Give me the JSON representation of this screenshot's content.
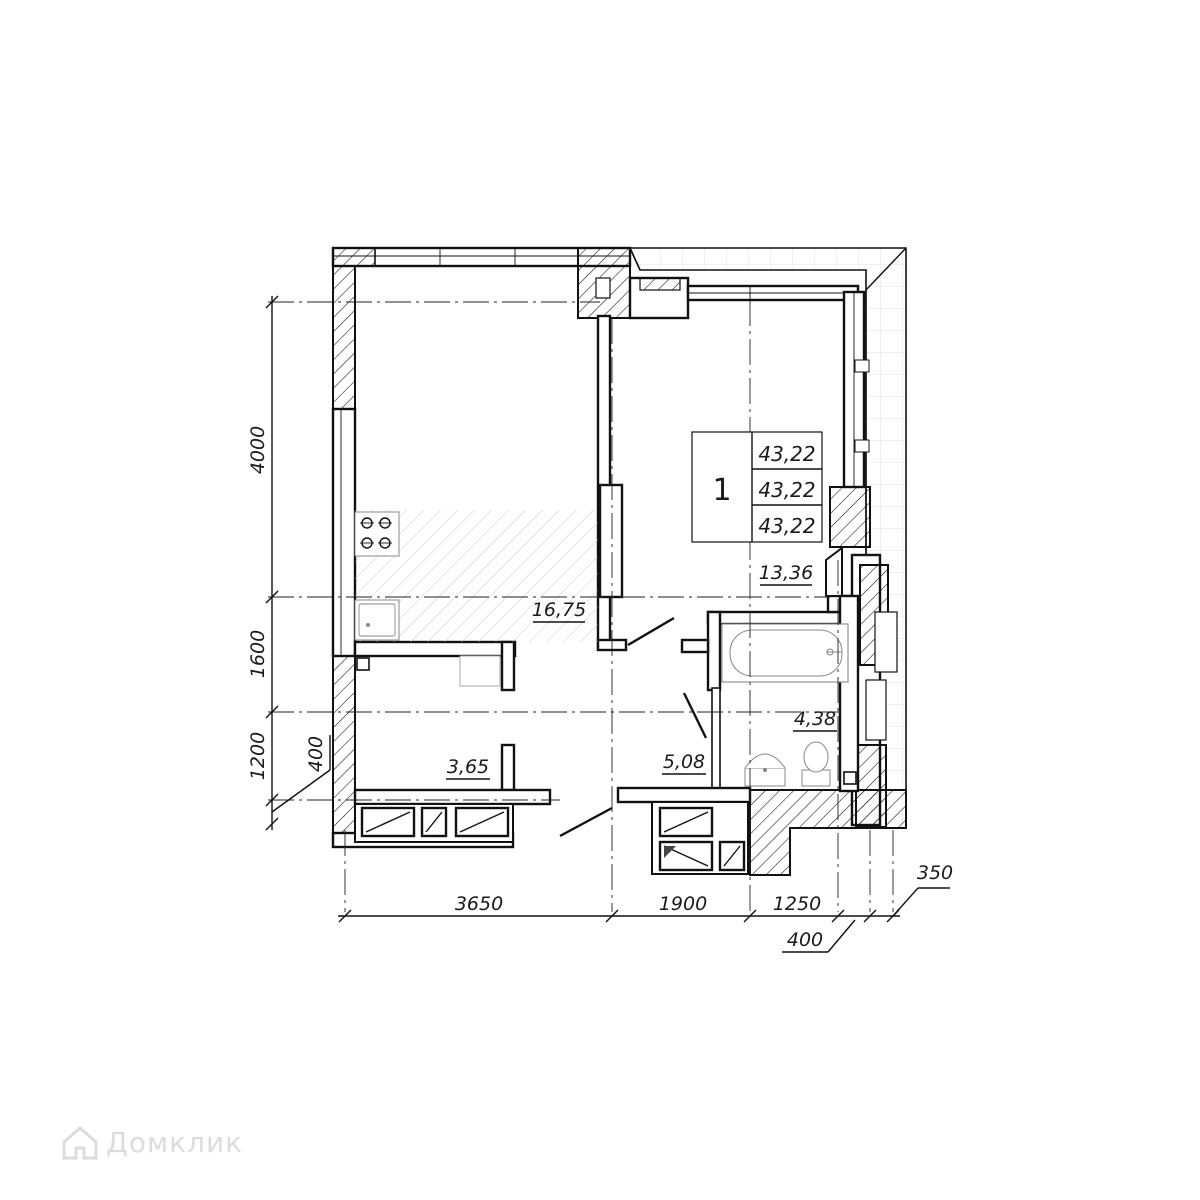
{
  "apartment": {
    "number": "1",
    "areas": [
      "43,22",
      "43,22",
      "43,22"
    ]
  },
  "rooms": {
    "kitchen_living": "16,75",
    "bedroom": "13,36",
    "bathroom": "4,38",
    "hall": "5,08",
    "storage": "3,65"
  },
  "dimensions": {
    "bottom": [
      "3650",
      "1900",
      "1250",
      "350",
      "400"
    ],
    "left": [
      "4000",
      "1600",
      "1200",
      "400"
    ]
  },
  "watermark": {
    "text": "Домклик",
    "icon": "house-icon",
    "color": "#dcdcdc"
  },
  "colors": {
    "ink": "#111111",
    "background": "#ffffff"
  }
}
